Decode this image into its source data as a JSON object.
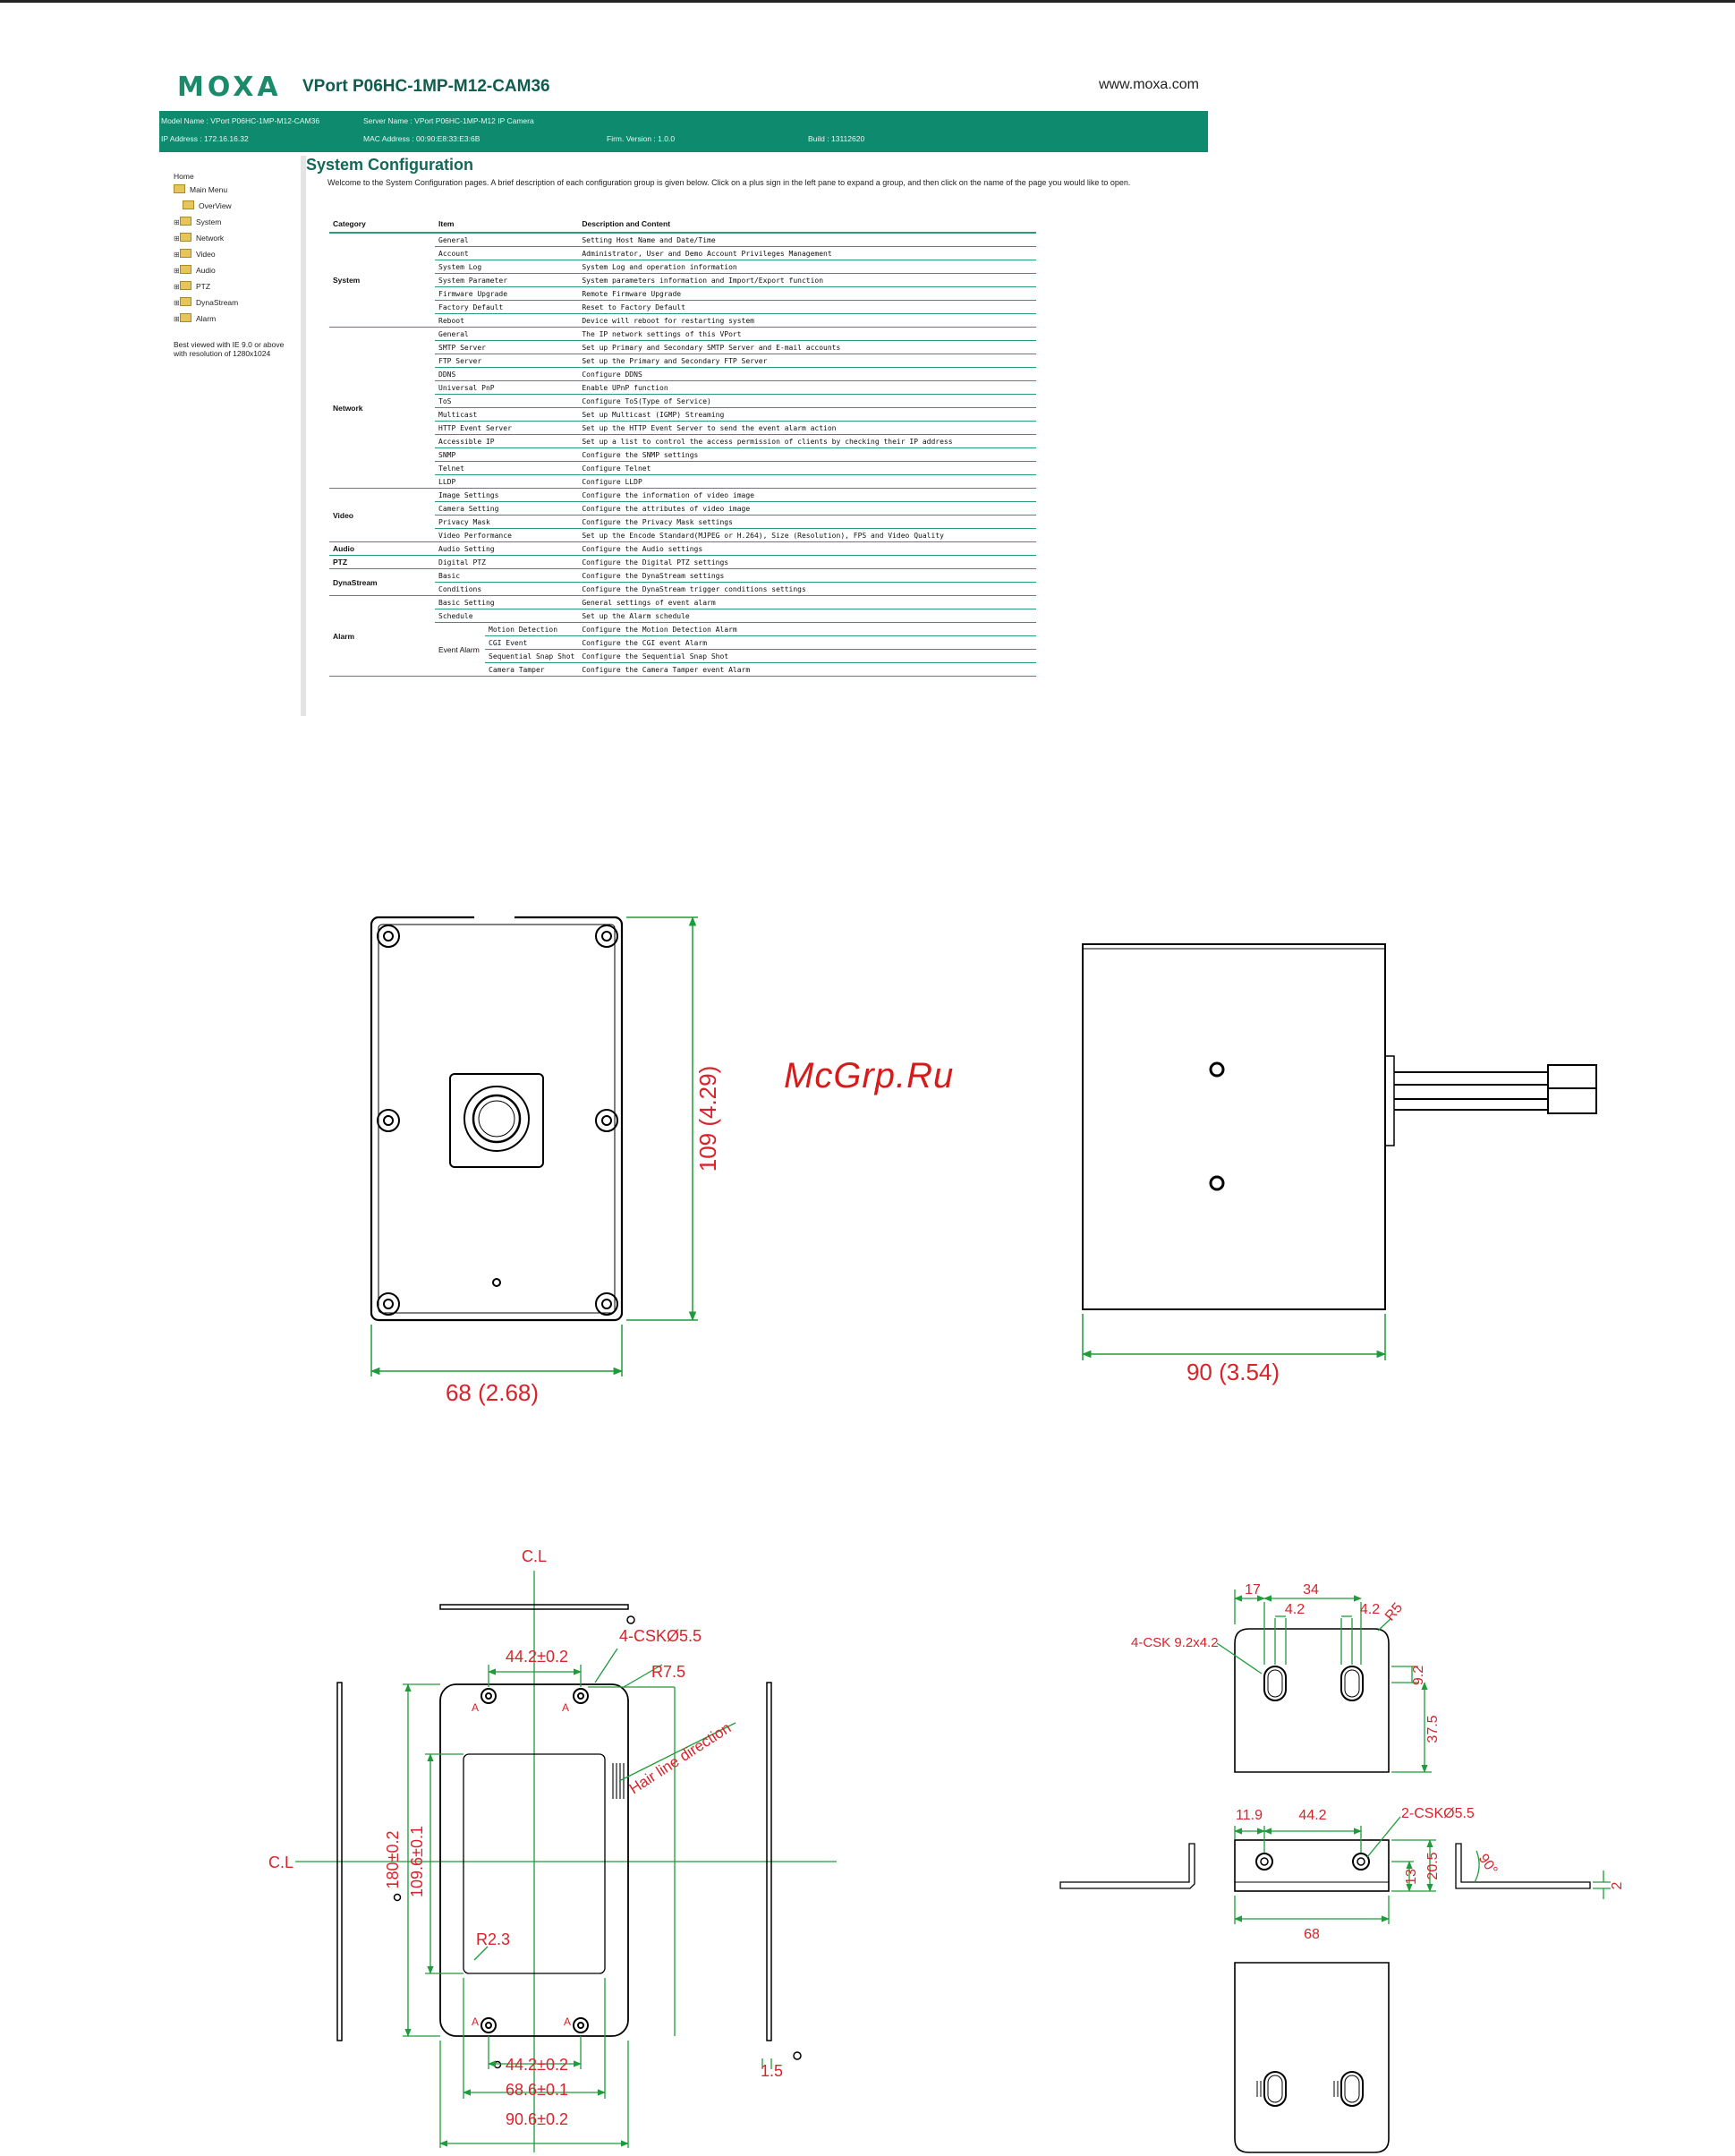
{
  "ui": {
    "logo": "MOXA",
    "product": "VPort P06HC-1MP-M12-CAM36",
    "website": "www.moxa.com",
    "info": {
      "model_name": "Model Name : VPort P06HC-1MP-M12-CAM36",
      "server_name": "Server Name : VPort P06HC-1MP-M12 IP Camera",
      "ip_address": "IP Address : 172.16.16.32",
      "mac_address": "MAC Address : 00:90:E8:33:E3:6B",
      "firmware": "Firm. Version : 1.0.0",
      "build": "Build : 13112620"
    },
    "sidebar": {
      "home": "Home",
      "main_menu": "Main Menu",
      "items": [
        "OverView",
        "System",
        "Network",
        "Video",
        "Audio",
        "PTZ",
        "DynaStream",
        "Alarm"
      ],
      "note": "Best viewed with IE 9.0 or above with resolution of 1280x1024"
    },
    "title": "System Configuration",
    "intro": "Welcome to the System Configuration pages. A brief description of each configuration group is given below. Click on a plus sign in the left pane to expand a group, and then click on the name of the page you would like to open.",
    "table": {
      "headers": [
        "Category",
        "Item",
        "Description and Content"
      ],
      "categories": {
        "system": "System",
        "network": "Network",
        "video": "Video",
        "audio": "Audio",
        "ptz": "PTZ",
        "dynastream": "DynaStream",
        "alarm": "Alarm",
        "event_alarm": "Event Alarm"
      },
      "system": [
        [
          "General",
          "Setting Host Name and Date/Time"
        ],
        [
          "Account",
          "Administrator, User and Demo Account Privileges Management"
        ],
        [
          "System Log",
          "System Log and operation information"
        ],
        [
          "System Parameter",
          "System parameters information and Import/Export function"
        ],
        [
          "Firmware Upgrade",
          "Remote Firmware Upgrade"
        ],
        [
          "Factory Default",
          "Reset to Factory Default"
        ],
        [
          "Reboot",
          "Device will reboot for restarting system"
        ]
      ],
      "network": [
        [
          "General",
          "The IP network settings of this VPort"
        ],
        [
          "SMTP Server",
          "Set up Primary and Secondary SMTP Server and E-mail accounts"
        ],
        [
          "FTP Server",
          "Set up the Primary and Secondary FTP Server"
        ],
        [
          "DDNS",
          "Configure DDNS"
        ],
        [
          "Universal PnP",
          "Enable UPnP function"
        ],
        [
          "ToS",
          "Configure ToS(Type of Service)"
        ],
        [
          "Multicast",
          "Set up Multicast (IGMP) Streaming"
        ],
        [
          "HTTP Event Server",
          "Set up the HTTP Event Server to send the event alarm action"
        ],
        [
          "Accessible IP",
          "Set up a list to control the access permission of clients by checking their IP address"
        ],
        [
          "SNMP",
          "Configure the SNMP settings"
        ],
        [
          "Telnet",
          "Configure Telnet"
        ],
        [
          "LLDP",
          "Configure LLDP"
        ]
      ],
      "video": [
        [
          "Image Settings",
          "Configure the information of video image"
        ],
        [
          "Camera Setting",
          "Configure the attributes of video image"
        ],
        [
          "Privacy Mask",
          "Configure the Privacy Mask settings"
        ],
        [
          "Video Performance",
          "Set up the Encode Standard(MJPEG or H.264), Size (Resolution), FPS and Video Quality"
        ]
      ],
      "audio": [
        [
          "Audio Setting",
          "Configure the Audio settings"
        ]
      ],
      "ptz": [
        [
          "Digital PTZ",
          "Configure the Digital PTZ settings"
        ]
      ],
      "dynastream": [
        [
          "Basic",
          "Configure the DynaStream settings"
        ],
        [
          "Conditions",
          "Configure the DynaStream trigger conditions settings"
        ]
      ],
      "alarm": [
        [
          "Basic Setting",
          "General settings of event alarm"
        ],
        [
          "Schedule",
          "Set up the Alarm schedule"
        ]
      ],
      "event_alarm": [
        [
          "Motion Detection",
          "Configure the Motion Detection Alarm"
        ],
        [
          "CGI Event",
          "Configure the CGI event Alarm"
        ],
        [
          "Sequential Snap Shot",
          "Configure the Sequential Snap Shot"
        ],
        [
          "Camera Tamper",
          "Configure the Camera Tamper event Alarm"
        ]
      ]
    }
  },
  "watermark": "McGrp.Ru",
  "drawings": {
    "front_width": "68 (2.68)",
    "front_height": "109 (4.29)",
    "side_depth": "90 (3.54)",
    "plate": {
      "cl_top": "C.L",
      "cl_left": "C.L",
      "hole_pitch_top": "44.2±0.2",
      "csk": "4-CSKØ5.5",
      "radius_outer": "R7.5",
      "hairline": "Hair line direction",
      "height_outer": "180±0.2",
      "height_inner": "109.6±0.1",
      "radius_inner": "R2.3",
      "hole_pitch_bottom": "44.2±0.2",
      "width_inner": "68.6±0.1",
      "width_outer": "90.6±0.2",
      "thickness": "1.5",
      "hole_mark": "A"
    },
    "bracket": {
      "d17": "17",
      "d34": "34",
      "d42a": "4.2",
      "d42b": "4.2",
      "r5": "R5",
      "slot": "4-CSK 9.2x4.2",
      "d92": "9.2",
      "d375": "37.5",
      "d119": "11.9",
      "d442": "44.2",
      "csk2": "2-CSKØ5.5",
      "d13": "13",
      "d205": "20.5",
      "d90": "90°",
      "d2": "2",
      "d68": "68"
    }
  }
}
